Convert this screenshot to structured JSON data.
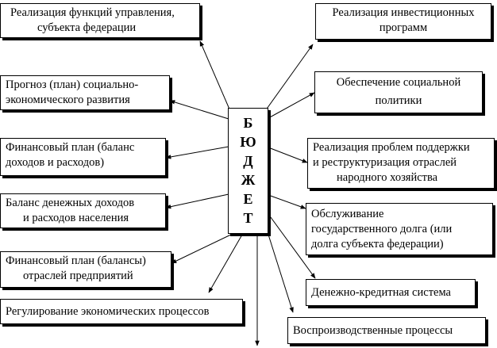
{
  "center": {
    "letters": [
      "Б",
      "Ю",
      "Д",
      "Ж",
      "Е",
      "Т"
    ]
  },
  "left": [
    {
      "lines": [
        "Реализация функций управления,",
        "субъекта федерации"
      ]
    },
    {
      "lines": [
        "Прогноз (план) социально-",
        "экономического развития"
      ]
    },
    {
      "lines": [
        "Финансовый план (баланс",
        "доходов и расходов)"
      ]
    },
    {
      "lines": [
        "Баланс денежных доходов",
        "и расходов населения"
      ]
    },
    {
      "lines": [
        "Финансовый план (балансы)",
        "отраслей предприятий"
      ]
    },
    {
      "lines": [
        "Регулирование экономических процессов"
      ]
    }
  ],
  "right": [
    {
      "lines": [
        "Реализация инвестиционных",
        "программ"
      ]
    },
    {
      "lines": [
        "Обеспечение социальной",
        "политики"
      ]
    },
    {
      "lines": [
        "Реализация проблем поддержки",
        "и реструктуризация отраслей",
        "народного хозяйства"
      ]
    },
    {
      "lines": [
        "Обслуживание",
        "государственного долга (или",
        "долга субъекта федерации)"
      ]
    },
    {
      "lines": [
        "Денежно-кредитная система"
      ]
    },
    {
      "lines": [
        "Воспроизводственные процессы"
      ]
    }
  ]
}
